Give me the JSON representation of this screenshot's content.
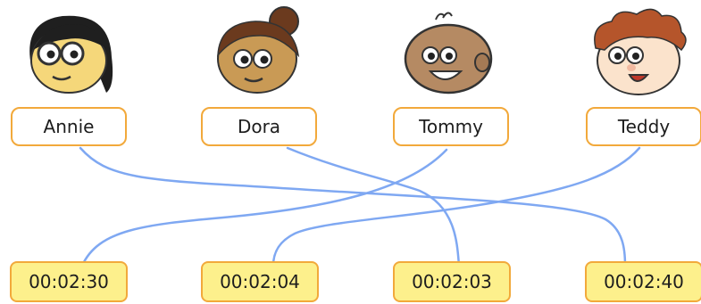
{
  "colors": {
    "line": "#7fa8f2",
    "box_border": "#f2a93b",
    "time_fill": "#fdf08c"
  },
  "people": [
    {
      "name": "Annie",
      "icon": "annie-face-icon"
    },
    {
      "name": "Dora",
      "icon": "dora-face-icon"
    },
    {
      "name": "Tommy",
      "icon": "tommy-face-icon"
    },
    {
      "name": "Teddy",
      "icon": "teddy-face-icon"
    }
  ],
  "times": [
    "00:02:30",
    "00:02:04",
    "00:02:03",
    "00:02:40"
  ],
  "matches": [
    {
      "name": "Annie",
      "time": "00:02:40"
    },
    {
      "name": "Dora",
      "time": "00:02:03"
    },
    {
      "name": "Tommy",
      "time": "00:02:30"
    },
    {
      "name": "Teddy",
      "time": "00:02:04"
    }
  ]
}
